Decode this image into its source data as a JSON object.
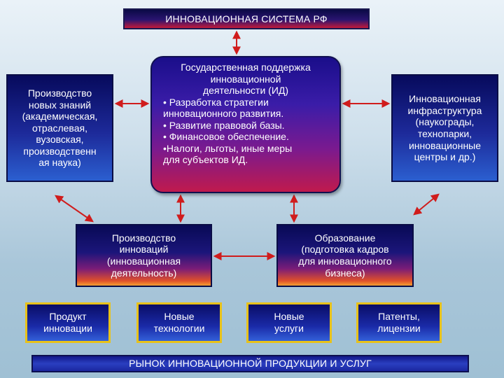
{
  "title": "ИННОВАЦИОННАЯ СИСТЕМА РФ",
  "left_box": {
    "lines": [
      "Производство",
      "новых знаний",
      "(академическая,",
      "отраслевая,",
      "вузовская,",
      "производственн",
      "ая наука)"
    ]
  },
  "center_box": {
    "heading": [
      "Государственная поддержка",
      "инновационной",
      "деятельности (ИД)"
    ],
    "bullets": [
      "• Разработка стратегии",
      "инновационного развития.",
      "• Развитие правовой базы.",
      "• Финансовое обеспечение.",
      "•Налоги, льготы, иные меры",
      "для субъектов ИД."
    ]
  },
  "right_box": {
    "lines": [
      "Инновационная",
      "инфраструктура",
      "(наукограды,",
      "технопарки,",
      "инновационные",
      "центры и др.)"
    ]
  },
  "mid_left": {
    "lines": [
      "Производство",
      "инноваций",
      "(инновационная",
      "деятельность)"
    ]
  },
  "mid_right": {
    "lines": [
      "Образование",
      "(подготовка кадров",
      "для инновационного",
      "бизнеса)"
    ]
  },
  "products": [
    {
      "lines": [
        "Продукт",
        "инновации"
      ]
    },
    {
      "lines": [
        "Новые",
        "технологии"
      ]
    },
    {
      "lines": [
        "Новые",
        "услуги"
      ]
    },
    {
      "lines": [
        "Патенты,",
        "лицензии"
      ]
    }
  ],
  "bottom_bar": "РЫНОК ИННОВАЦИОННОЙ ПРОДУКЦИИ И УСЛУГ",
  "colors": {
    "arrow": "#d01c1c",
    "product_border": "#e8c21a"
  }
}
